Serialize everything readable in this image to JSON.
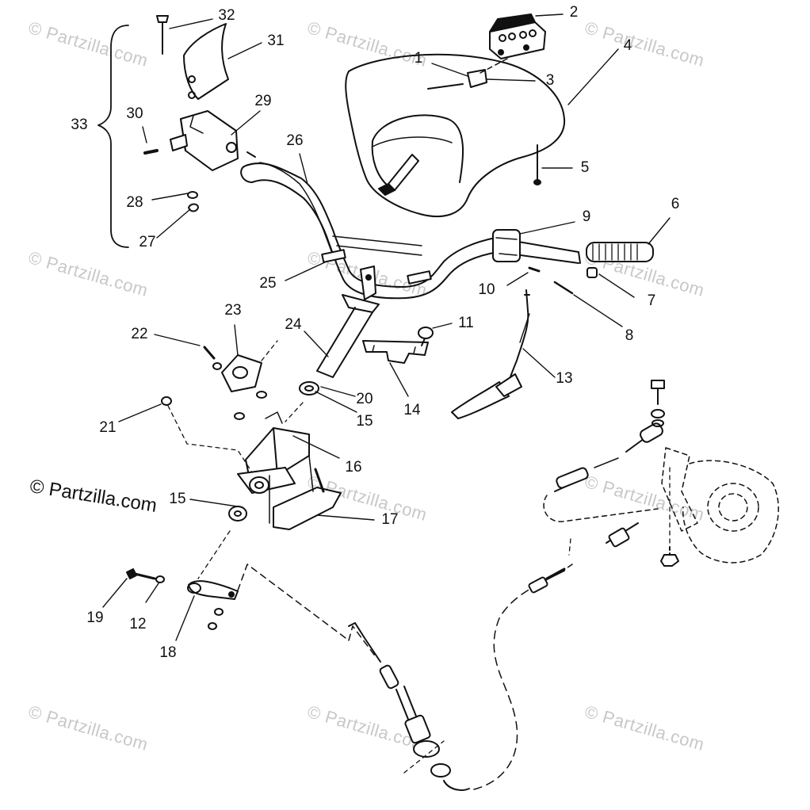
{
  "watermark": "© Partzilla.com",
  "copyright": "© Partzilla.com",
  "callouts": [
    "1",
    "2",
    "3",
    "4",
    "5",
    "6",
    "7",
    "8",
    "9",
    "10",
    "11",
    "12",
    "13",
    "14",
    "15",
    "15",
    "16",
    "17",
    "18",
    "19",
    "20",
    "21",
    "22",
    "23",
    "24",
    "25",
    "26",
    "27",
    "28",
    "29",
    "30",
    "31",
    "32",
    "33"
  ]
}
